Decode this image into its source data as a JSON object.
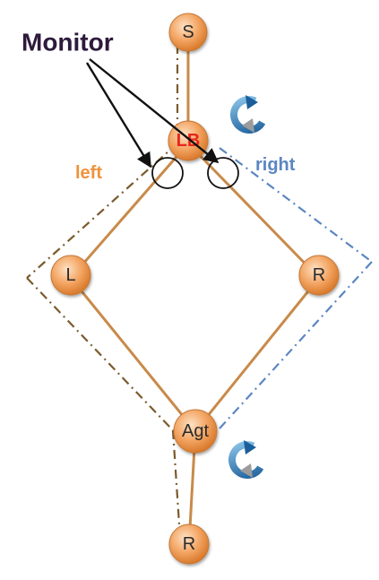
{
  "callout": {
    "text": "Monitor",
    "color": "#2e1a3c"
  },
  "labels": {
    "left": {
      "text": "left",
      "color": "#f0923a"
    },
    "right": {
      "text": "right",
      "color": "#5b86c2"
    }
  },
  "nodes": {
    "source": {
      "label": "S",
      "color": "#2a2a2a"
    },
    "lb": {
      "label": "LB",
      "color": "#e8261e"
    },
    "left_node": {
      "label": "L",
      "color": "#2a2a2a"
    },
    "right_node": {
      "label": "R",
      "color": "#2a2a2a"
    },
    "agt": {
      "label": "Agt",
      "color": "#2a2a2a"
    },
    "receiver": {
      "label": "R",
      "color": "#2a2a2a"
    }
  },
  "colors": {
    "link": "#c88a4a",
    "left_path": "#7a5a2c",
    "right_path": "#5b86c2",
    "node_fill_light": "#fde1c4",
    "node_fill_mid": "#f4a766",
    "node_fill_dark": "#d97a2c",
    "node_stroke": "#c47a3a",
    "monitor_circle": "#111111",
    "arrow": "#111111",
    "swirl_light": "#8fc7ea",
    "swirl_dark": "#1b5e9a"
  },
  "icons": {
    "lb_swirl": "refresh-swirl-icon",
    "agt_swirl": "refresh-swirl-icon",
    "arrow": "arrow-icon",
    "monitor_ring": "monitor-ring-icon"
  }
}
